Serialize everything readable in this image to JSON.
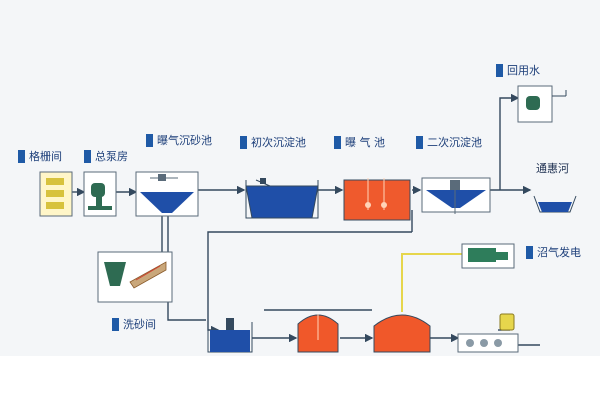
{
  "labels": {
    "screen": "格栅间",
    "pump": "总泵房",
    "grit": "曝气沉砂池",
    "primary": "初次沉淀池",
    "aeration": "曝 气 池",
    "secondary": "二次沉淀池",
    "reuse": "回用水",
    "river": "通惠河",
    "sand_wash": "洗砂间",
    "biogas": "沼气发电"
  },
  "colors": {
    "water": "#1f4fa8",
    "aeration_fill": "#ef5a2d",
    "digester_fill": "#f0582a",
    "pipe": "#34495e",
    "gas_pipe": "#e6d64c",
    "equipment": "#2e7d5b"
  }
}
